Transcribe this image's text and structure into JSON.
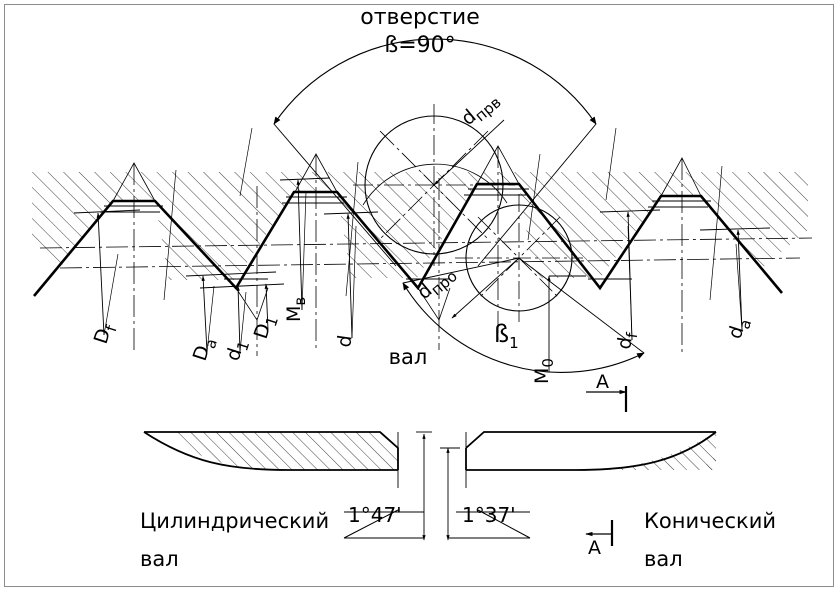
{
  "drawing": {
    "title_top": "отверстие",
    "angle_top": "ß=90°",
    "label_shaft_center": "вал",
    "angle_bottom": "ß",
    "angle_bottom_sub": "1",
    "dim_top_circle": "d",
    "dim_top_circle_sub": "прв",
    "dim_bottom_circle": "d",
    "dim_bottom_circle_sub": "про",
    "dim_M_upper": "M",
    "dim_M_upper_sub": "в",
    "dim_M_lower": "M",
    "dim_M_lower_sub": "0",
    "dim_Df": "D",
    "dim_Df_sub": "f",
    "dim_Da": "D",
    "dim_Da_sub": "a",
    "dim_d1_lower": "d",
    "dim_d1_lower_sub": "1",
    "dim_D1": "D",
    "dim_D1_sub": "1",
    "dim_d": "d",
    "dim_df": "d",
    "dim_df_sub": "f",
    "dim_da": "d",
    "dim_da_sub": "a"
  },
  "section": {
    "marker_top": "A",
    "marker_bottom": "A",
    "left_caption_line1": "Цилиндрический",
    "left_caption_line2": "вал",
    "right_caption_line1": "Конический",
    "right_caption_line2": "вал",
    "left_angle": "1°47'",
    "right_angle": "1°37'"
  },
  "colors": {
    "ink": "#000000",
    "thin": "#1a1a1a",
    "hatch": "#2b2b2b",
    "frame": "#8c8c8c",
    "paper": "#ffffff"
  }
}
